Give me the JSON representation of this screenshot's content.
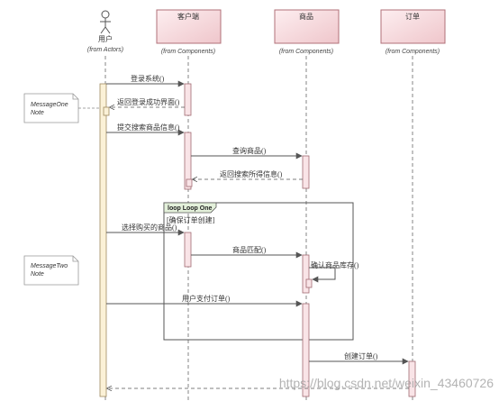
{
  "actor": {
    "name": "用户",
    "source": "(from Actors)"
  },
  "participants": [
    {
      "name": "客户端",
      "source": "(from Components)"
    },
    {
      "name": "商品",
      "source": "(from Components)"
    },
    {
      "name": "订单",
      "source": "(from Components)"
    }
  ],
  "notes": [
    {
      "text_line1": "MessageOne",
      "text_line2": "Note"
    },
    {
      "text_line1": "MessageTwo",
      "text_line2": "Note"
    }
  ],
  "messages": [
    {
      "label": "登录系统()"
    },
    {
      "label": "返回登录成功界面()"
    },
    {
      "label": "提交搜索商品信息()"
    },
    {
      "label": "查询商品()"
    },
    {
      "label": "返回搜索所得信息()"
    },
    {
      "label": "选择购买的商品()"
    },
    {
      "label": "商品匹配()"
    },
    {
      "label": "确认商品库存()"
    },
    {
      "label": "用户支付订单()"
    },
    {
      "label": "创建订单()"
    }
  ],
  "loop": {
    "tag": "loop Loop One",
    "guard": "[确保订单创建]"
  },
  "watermark": "https://blog.csdn.net/weixin_43460726",
  "colors": {
    "participant_fill_start": "#fdeef0",
    "participant_fill_end": "#f0c8cc",
    "participant_border": "#b07078",
    "activation_actor": "#fbf1d7",
    "activation_obj": "#f9e4e7",
    "line": "#555555",
    "loop_tag_fill": "#e3f0da"
  }
}
